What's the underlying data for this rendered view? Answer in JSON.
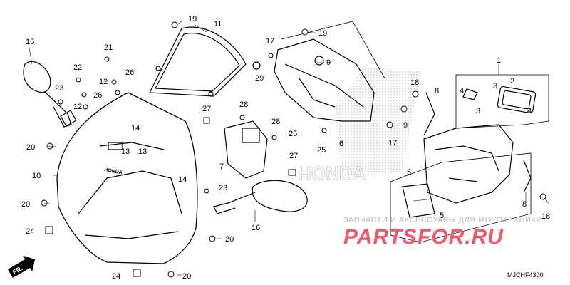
{
  "diagram": {
    "callouts": [
      {
        "id": "c15",
        "label": "15"
      },
      {
        "id": "c19a",
        "label": "19"
      },
      {
        "id": "c11",
        "label": "11"
      },
      {
        "id": "c17a",
        "label": "17"
      },
      {
        "id": "c19b",
        "label": "19"
      },
      {
        "id": "c21",
        "label": "21"
      },
      {
        "id": "c22",
        "label": "22"
      },
      {
        "id": "c26a",
        "label": "26"
      },
      {
        "id": "c9a",
        "label": "9"
      },
      {
        "id": "c12a",
        "label": "12"
      },
      {
        "id": "c29",
        "label": "29"
      },
      {
        "id": "c23a",
        "label": "23"
      },
      {
        "id": "c26b",
        "label": "26"
      },
      {
        "id": "c12b",
        "label": "12"
      },
      {
        "id": "c1",
        "label": "1"
      },
      {
        "id": "c4a",
        "label": "4"
      },
      {
        "id": "c3a",
        "label": "3"
      },
      {
        "id": "c2",
        "label": "2"
      },
      {
        "id": "c18a",
        "label": "18"
      },
      {
        "id": "c8a",
        "label": "8"
      },
      {
        "id": "c3b",
        "label": "3"
      },
      {
        "id": "c4b",
        "label": "4"
      },
      {
        "id": "c27a",
        "label": "27"
      },
      {
        "id": "c28a",
        "label": "28"
      },
      {
        "id": "c14a",
        "label": "14"
      },
      {
        "id": "c28b",
        "label": "28"
      },
      {
        "id": "c25a",
        "label": "25"
      },
      {
        "id": "c9b",
        "label": "9"
      },
      {
        "id": "c20a",
        "label": "20"
      },
      {
        "id": "c13a",
        "label": "13"
      },
      {
        "id": "c13b",
        "label": "13"
      },
      {
        "id": "c17b",
        "label": "17"
      },
      {
        "id": "c25b",
        "label": "25"
      },
      {
        "id": "c6",
        "label": "6"
      },
      {
        "id": "c7",
        "label": "7"
      },
      {
        "id": "c27b",
        "label": "27"
      },
      {
        "id": "c10",
        "label": "10"
      },
      {
        "id": "c14b",
        "label": "14"
      },
      {
        "id": "c23b",
        "label": "23"
      },
      {
        "id": "c5a",
        "label": "5"
      },
      {
        "id": "c20b",
        "label": "20"
      },
      {
        "id": "c8b",
        "label": "8"
      },
      {
        "id": "c18b",
        "label": "18"
      },
      {
        "id": "c5b",
        "label": "5"
      },
      {
        "id": "c24a",
        "label": "24"
      },
      {
        "id": "c16",
        "label": "16"
      },
      {
        "id": "c20c",
        "label": "20"
      },
      {
        "id": "c24b",
        "label": "24"
      },
      {
        "id": "c20d",
        "label": "20"
      }
    ],
    "brand_mark_left": "HONDA",
    "brand_mark_background": "HONDA",
    "direction_arrow_label": "FR.",
    "diagram_code": "MJCHF4300"
  },
  "watermark": {
    "subtitle": "ЗАПЧАСТИ И АКСЕССУАРЫ ДЛЯ МОТОТЕХНИКИ",
    "site": "PARTSFOR.RU",
    "color": "#f05a6b"
  }
}
